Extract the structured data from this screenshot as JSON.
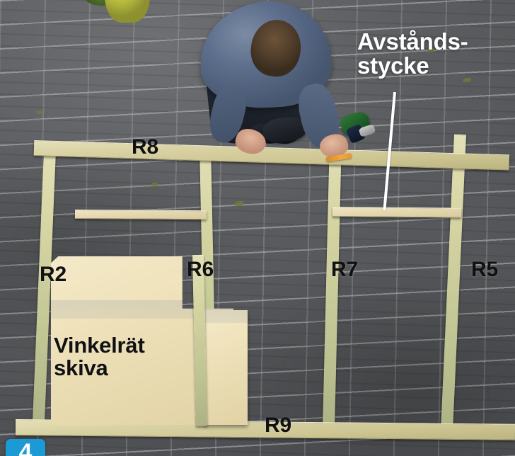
{
  "scene": {
    "kind": "photo-instruction-step",
    "description": "Man kneeling on grey paving stones assembling a rectangular timber frame laid flat on the ground, with plywood squaring boards in the lower left",
    "ground_color": "#5a5c5f",
    "wood_color": "#d9d2a4",
    "board_color": "#efe2bb"
  },
  "labels": [
    {
      "id": "r8",
      "text": "R8",
      "style": "dark",
      "size": 30
    },
    {
      "id": "r2",
      "text": "R2",
      "style": "dark",
      "size": 30
    },
    {
      "id": "r6",
      "text": "R6",
      "style": "dark",
      "size": 30
    },
    {
      "id": "r7",
      "text": "R7",
      "style": "dark",
      "size": 30
    },
    {
      "id": "r5",
      "text": "R5",
      "style": "dark",
      "size": 30
    },
    {
      "id": "r9",
      "text": "R9",
      "style": "dark",
      "size": 30
    },
    {
      "id": "plywood",
      "text": "Vinkelrät\nskiva",
      "style": "dark",
      "size": 31
    },
    {
      "id": "spacer",
      "text": "Avstånds-\nstycke",
      "style": "light",
      "size": 33
    }
  ],
  "callout": {
    "leader_color": "#ffffff",
    "target": "avstandsstycke-spacer-board"
  },
  "badge": {
    "number": "4",
    "color": "#1b9ad6"
  },
  "objects": {
    "person": "kneeling-worker",
    "tool": "cordless-drill",
    "marker": "carpenter-pencil",
    "pot": "plant-pot"
  }
}
